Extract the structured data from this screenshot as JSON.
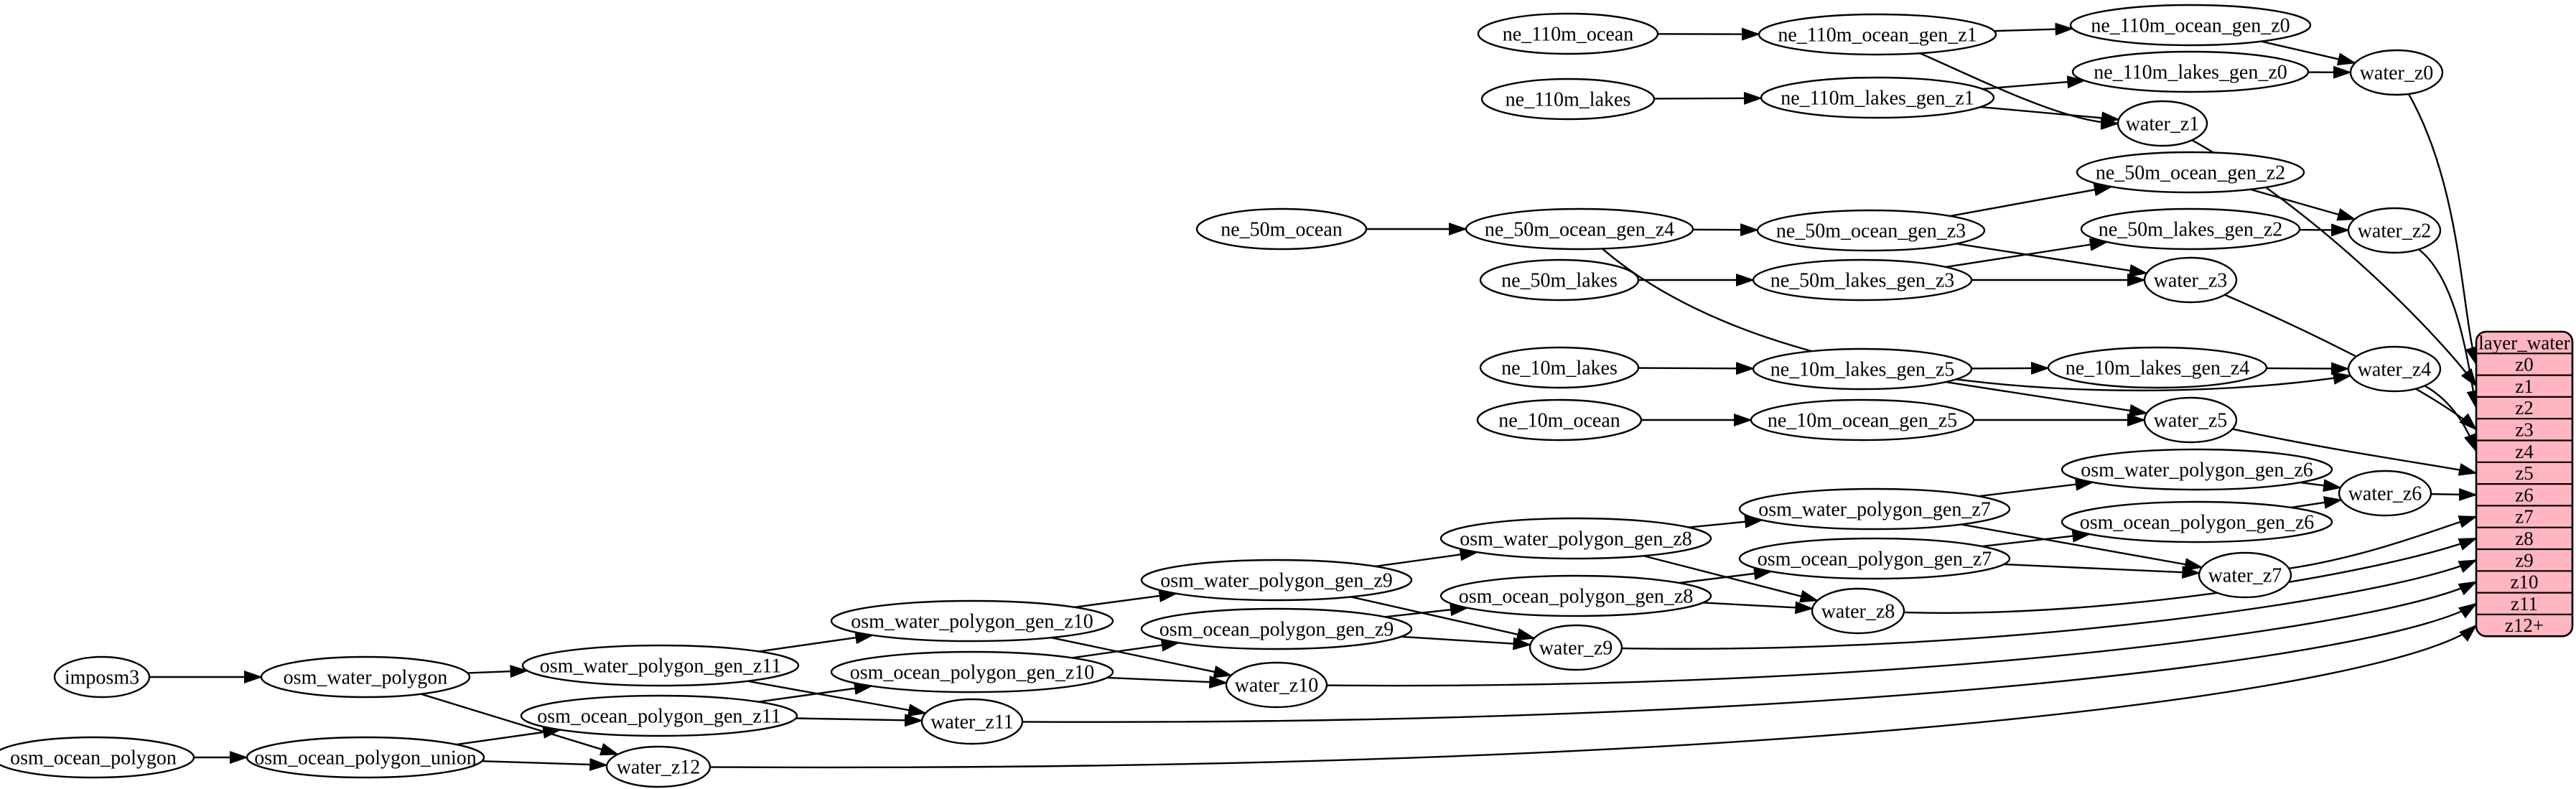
{
  "graph": {
    "nodes": [
      {
        "id": "imposm3",
        "label": "imposm3"
      },
      {
        "id": "osm_water_polygon",
        "label": "osm_water_polygon"
      },
      {
        "id": "osm_ocean_polygon",
        "label": "osm_ocean_polygon"
      },
      {
        "id": "osm_ocean_polygon_union",
        "label": "osm_ocean_polygon_union"
      },
      {
        "id": "osm_water_polygon_gen_z11",
        "label": "osm_water_polygon_gen_z11"
      },
      {
        "id": "osm_water_polygon_gen_z10",
        "label": "osm_water_polygon_gen_z10"
      },
      {
        "id": "osm_water_polygon_gen_z9",
        "label": "osm_water_polygon_gen_z9"
      },
      {
        "id": "osm_water_polygon_gen_z8",
        "label": "osm_water_polygon_gen_z8"
      },
      {
        "id": "osm_water_polygon_gen_z7",
        "label": "osm_water_polygon_gen_z7"
      },
      {
        "id": "osm_water_polygon_gen_z6",
        "label": "osm_water_polygon_gen_z6"
      },
      {
        "id": "osm_ocean_polygon_gen_z11",
        "label": "osm_ocean_polygon_gen_z11"
      },
      {
        "id": "osm_ocean_polygon_gen_z10",
        "label": "osm_ocean_polygon_gen_z10"
      },
      {
        "id": "osm_ocean_polygon_gen_z9",
        "label": "osm_ocean_polygon_gen_z9"
      },
      {
        "id": "osm_ocean_polygon_gen_z8",
        "label": "osm_ocean_polygon_gen_z8"
      },
      {
        "id": "osm_ocean_polygon_gen_z7",
        "label": "osm_ocean_polygon_gen_z7"
      },
      {
        "id": "osm_ocean_polygon_gen_z6",
        "label": "osm_ocean_polygon_gen_z6"
      },
      {
        "id": "ne_110m_ocean",
        "label": "ne_110m_ocean"
      },
      {
        "id": "ne_110m_ocean_gen_z1",
        "label": "ne_110m_ocean_gen_z1"
      },
      {
        "id": "ne_110m_ocean_gen_z0",
        "label": "ne_110m_ocean_gen_z0"
      },
      {
        "id": "ne_110m_lakes",
        "label": "ne_110m_lakes"
      },
      {
        "id": "ne_110m_lakes_gen_z1",
        "label": "ne_110m_lakes_gen_z1"
      },
      {
        "id": "ne_110m_lakes_gen_z0",
        "label": "ne_110m_lakes_gen_z0"
      },
      {
        "id": "ne_50m_ocean",
        "label": "ne_50m_ocean"
      },
      {
        "id": "ne_50m_ocean_gen_z4",
        "label": "ne_50m_ocean_gen_z4"
      },
      {
        "id": "ne_50m_ocean_gen_z3",
        "label": "ne_50m_ocean_gen_z3"
      },
      {
        "id": "ne_50m_ocean_gen_z2",
        "label": "ne_50m_ocean_gen_z2"
      },
      {
        "id": "ne_50m_lakes",
        "label": "ne_50m_lakes"
      },
      {
        "id": "ne_50m_lakes_gen_z3",
        "label": "ne_50m_lakes_gen_z3"
      },
      {
        "id": "ne_50m_lakes_gen_z2",
        "label": "ne_50m_lakes_gen_z2"
      },
      {
        "id": "ne_10m_lakes",
        "label": "ne_10m_lakes"
      },
      {
        "id": "ne_10m_lakes_gen_z5",
        "label": "ne_10m_lakes_gen_z5"
      },
      {
        "id": "ne_10m_lakes_gen_z4",
        "label": "ne_10m_lakes_gen_z4"
      },
      {
        "id": "ne_10m_ocean",
        "label": "ne_10m_ocean"
      },
      {
        "id": "ne_10m_ocean_gen_z5",
        "label": "ne_10m_ocean_gen_z5"
      },
      {
        "id": "water_z0",
        "label": "water_z0"
      },
      {
        "id": "water_z1",
        "label": "water_z1"
      },
      {
        "id": "water_z2",
        "label": "water_z2"
      },
      {
        "id": "water_z3",
        "label": "water_z3"
      },
      {
        "id": "water_z4",
        "label": "water_z4"
      },
      {
        "id": "water_z5",
        "label": "water_z5"
      },
      {
        "id": "water_z6",
        "label": "water_z6"
      },
      {
        "id": "water_z7",
        "label": "water_z7"
      },
      {
        "id": "water_z8",
        "label": "water_z8"
      },
      {
        "id": "water_z9",
        "label": "water_z9"
      },
      {
        "id": "water_z10",
        "label": "water_z10"
      },
      {
        "id": "water_z11",
        "label": "water_z11"
      },
      {
        "id": "water_z12",
        "label": "water_z12"
      }
    ],
    "edges": [
      {
        "from": "ne_110m_ocean",
        "to": "ne_110m_ocean_gen_z1"
      },
      {
        "from": "ne_110m_ocean_gen_z1",
        "to": "ne_110m_ocean_gen_z0"
      },
      {
        "from": "ne_110m_ocean_gen_z1",
        "to": "water_z1"
      },
      {
        "from": "ne_110m_ocean_gen_z0",
        "to": "water_z0"
      },
      {
        "from": "ne_110m_lakes",
        "to": "ne_110m_lakes_gen_z1"
      },
      {
        "from": "ne_110m_lakes_gen_z1",
        "to": "ne_110m_lakes_gen_z0"
      },
      {
        "from": "ne_110m_lakes_gen_z1",
        "to": "water_z1"
      },
      {
        "from": "ne_110m_lakes_gen_z0",
        "to": "water_z0"
      },
      {
        "from": "ne_50m_ocean",
        "to": "ne_50m_ocean_gen_z4"
      },
      {
        "from": "ne_50m_ocean_gen_z4",
        "to": "ne_50m_ocean_gen_z3"
      },
      {
        "from": "ne_50m_ocean_gen_z4",
        "to": "water_z4"
      },
      {
        "from": "ne_50m_ocean_gen_z3",
        "to": "ne_50m_ocean_gen_z2"
      },
      {
        "from": "ne_50m_ocean_gen_z3",
        "to": "water_z3"
      },
      {
        "from": "ne_50m_ocean_gen_z2",
        "to": "water_z2"
      },
      {
        "from": "ne_50m_lakes",
        "to": "ne_50m_lakes_gen_z3"
      },
      {
        "from": "ne_50m_lakes_gen_z3",
        "to": "ne_50m_lakes_gen_z2"
      },
      {
        "from": "ne_50m_lakes_gen_z3",
        "to": "water_z3"
      },
      {
        "from": "ne_50m_lakes_gen_z2",
        "to": "water_z2"
      },
      {
        "from": "ne_10m_lakes",
        "to": "ne_10m_lakes_gen_z5"
      },
      {
        "from": "ne_10m_lakes_gen_z5",
        "to": "ne_10m_lakes_gen_z4"
      },
      {
        "from": "ne_10m_lakes_gen_z5",
        "to": "water_z5"
      },
      {
        "from": "ne_10m_lakes_gen_z4",
        "to": "water_z4"
      },
      {
        "from": "ne_10m_ocean",
        "to": "ne_10m_ocean_gen_z5"
      },
      {
        "from": "ne_10m_ocean_gen_z5",
        "to": "water_z5"
      },
      {
        "from": "imposm3",
        "to": "osm_water_polygon"
      },
      {
        "from": "osm_water_polygon",
        "to": "osm_water_polygon_gen_z11"
      },
      {
        "from": "osm_water_polygon",
        "to": "water_z12"
      },
      {
        "from": "osm_water_polygon_gen_z11",
        "to": "osm_water_polygon_gen_z10"
      },
      {
        "from": "osm_water_polygon_gen_z11",
        "to": "water_z11"
      },
      {
        "from": "osm_water_polygon_gen_z10",
        "to": "osm_water_polygon_gen_z9"
      },
      {
        "from": "osm_water_polygon_gen_z10",
        "to": "water_z10"
      },
      {
        "from": "osm_water_polygon_gen_z9",
        "to": "osm_water_polygon_gen_z8"
      },
      {
        "from": "osm_water_polygon_gen_z9",
        "to": "water_z9"
      },
      {
        "from": "osm_water_polygon_gen_z8",
        "to": "osm_water_polygon_gen_z7"
      },
      {
        "from": "osm_water_polygon_gen_z8",
        "to": "water_z8"
      },
      {
        "from": "osm_water_polygon_gen_z7",
        "to": "osm_water_polygon_gen_z6"
      },
      {
        "from": "osm_water_polygon_gen_z7",
        "to": "water_z7"
      },
      {
        "from": "osm_water_polygon_gen_z6",
        "to": "water_z6"
      },
      {
        "from": "osm_ocean_polygon",
        "to": "osm_ocean_polygon_union"
      },
      {
        "from": "osm_ocean_polygon_union",
        "to": "osm_ocean_polygon_gen_z11"
      },
      {
        "from": "osm_ocean_polygon_union",
        "to": "water_z12"
      },
      {
        "from": "osm_ocean_polygon_gen_z11",
        "to": "osm_ocean_polygon_gen_z10"
      },
      {
        "from": "osm_ocean_polygon_gen_z11",
        "to": "water_z11"
      },
      {
        "from": "osm_ocean_polygon_gen_z10",
        "to": "osm_ocean_polygon_gen_z9"
      },
      {
        "from": "osm_ocean_polygon_gen_z10",
        "to": "water_z10"
      },
      {
        "from": "osm_ocean_polygon_gen_z9",
        "to": "osm_ocean_polygon_gen_z8"
      },
      {
        "from": "osm_ocean_polygon_gen_z9",
        "to": "water_z9"
      },
      {
        "from": "osm_ocean_polygon_gen_z8",
        "to": "osm_ocean_polygon_gen_z7"
      },
      {
        "from": "osm_ocean_polygon_gen_z8",
        "to": "water_z8"
      },
      {
        "from": "osm_ocean_polygon_gen_z7",
        "to": "osm_ocean_polygon_gen_z6"
      },
      {
        "from": "osm_ocean_polygon_gen_z7",
        "to": "water_z7"
      },
      {
        "from": "osm_ocean_polygon_gen_z6",
        "to": "water_z6"
      },
      {
        "from": "water_z0",
        "to": "layer_water.z0"
      },
      {
        "from": "water_z1",
        "to": "layer_water.z1"
      },
      {
        "from": "water_z2",
        "to": "layer_water.z2"
      },
      {
        "from": "water_z3",
        "to": "layer_water.z3"
      },
      {
        "from": "water_z4",
        "to": "layer_water.z4"
      },
      {
        "from": "water_z5",
        "to": "layer_water.z5"
      },
      {
        "from": "water_z6",
        "to": "layer_water.z6"
      },
      {
        "from": "water_z7",
        "to": "layer_water.z7"
      },
      {
        "from": "water_z8",
        "to": "layer_water.z8"
      },
      {
        "from": "water_z9",
        "to": "layer_water.z9"
      },
      {
        "from": "water_z10",
        "to": "layer_water.z10"
      },
      {
        "from": "water_z11",
        "to": "layer_water.z11"
      },
      {
        "from": "water_z12",
        "to": "layer_water.z12+"
      }
    ]
  },
  "table": {
    "title": "layer_water",
    "rows": [
      "z0",
      "z1",
      "z2",
      "z3",
      "z4",
      "z5",
      "z6",
      "z7",
      "z8",
      "z9",
      "z10",
      "z11",
      "z12+"
    ]
  },
  "colors": {
    "background": "#ffffff",
    "node_fill": "#ffffff",
    "node_stroke": "#000000",
    "edge": "#000000",
    "table_fill": "#ffb6c1",
    "table_stroke": "#000000",
    "text": "#000000"
  }
}
